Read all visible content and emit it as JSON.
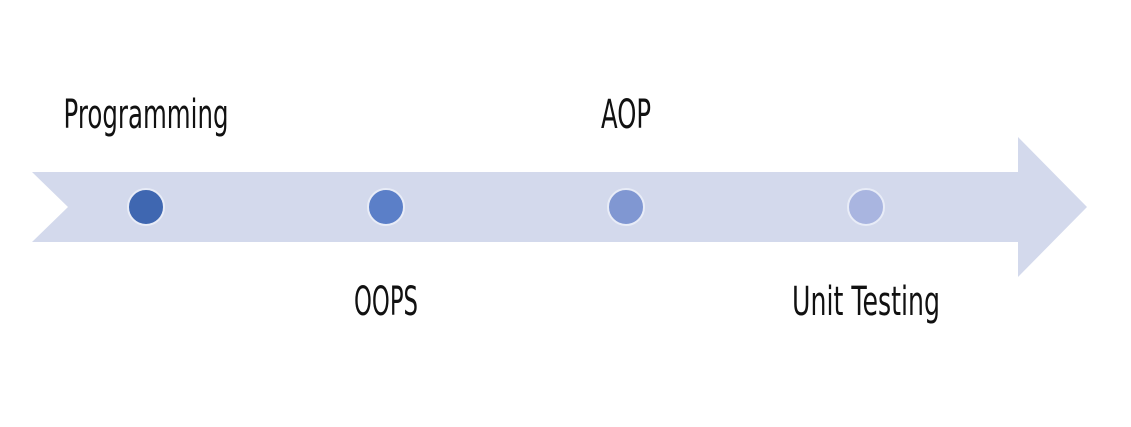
{
  "timeline": {
    "arrow_color": "#d3d9ec",
    "milestones": [
      {
        "label": "Programming",
        "label_position": "above",
        "dot_color": "#3f67b1"
      },
      {
        "label": "OOPS",
        "label_position": "below",
        "dot_color": "#5b7fc8"
      },
      {
        "label": "AOP",
        "label_position": "above",
        "dot_color": "#8097d2"
      },
      {
        "label": "Unit Testing",
        "label_position": "below",
        "dot_color": "#a9b5e0"
      }
    ]
  }
}
